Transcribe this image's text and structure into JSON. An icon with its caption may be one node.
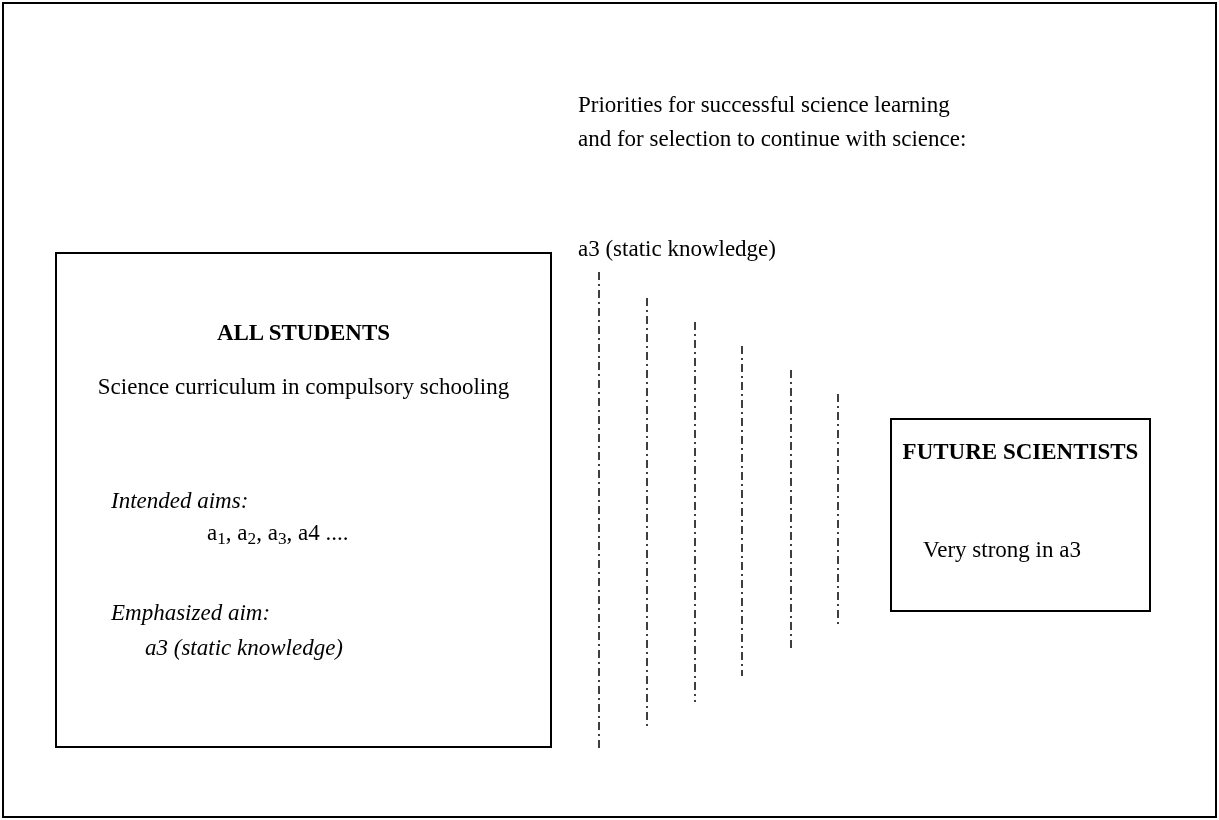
{
  "diagram": {
    "nodes": [
      {
        "text": [
          "ALL STUDENTS",
          "Science curriculum in compulsory schooling",
          "Intended aims:",
          "a$_{1}$, a$_{2}$, a$_{3}$, a4 ....",
          "Emphasized aim:",
          "a3 (static knowledge)"
        ]
      },
      {
        "text": [
          "FUTURE SCIENTISTS",
          "Very strong in a3"
        ]
      }
    ],
    "labels": [
      "Priorities for successful science learning and for selection to continue with science:",
      "a3 (static knowledge)"
    ]
  }
}
